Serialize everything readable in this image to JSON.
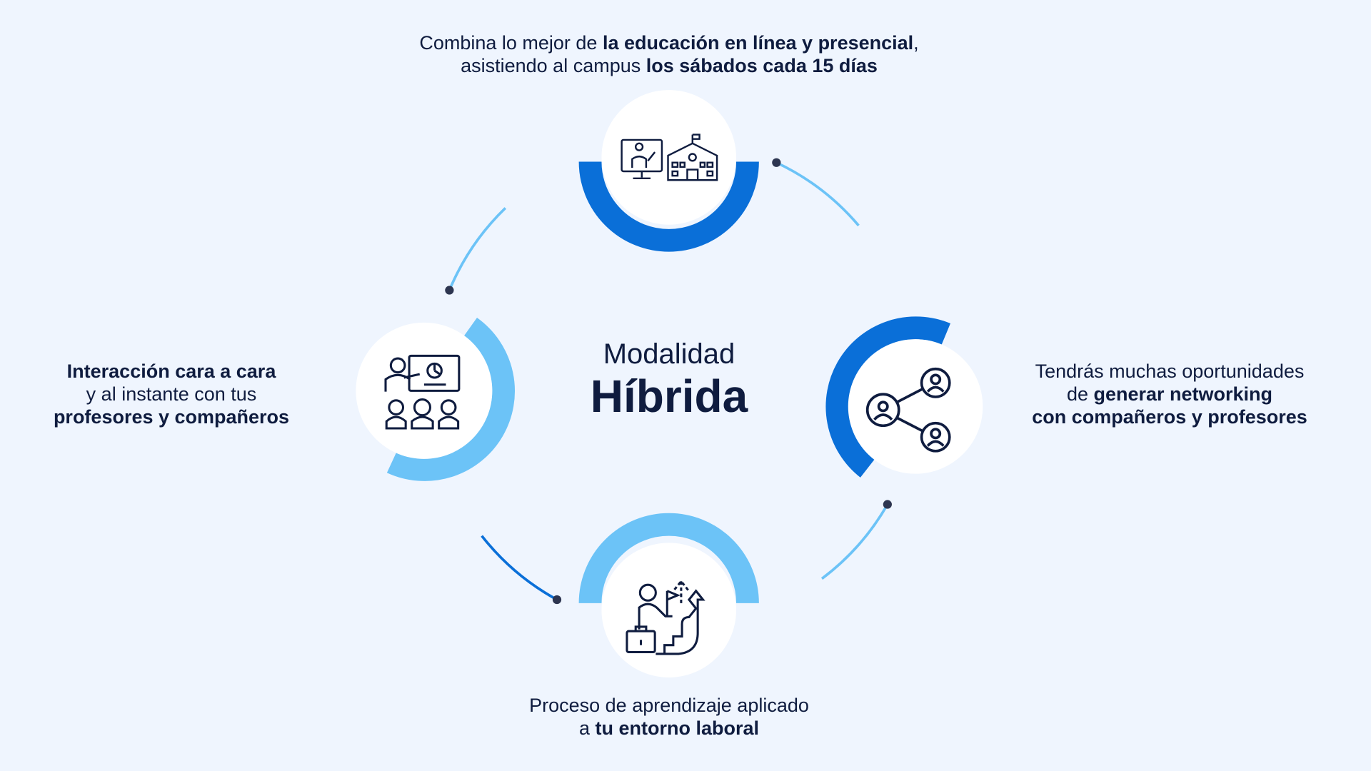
{
  "center": {
    "line1": "Modalidad",
    "line2": "Híbrida"
  },
  "top_text": {
    "l1a": "Combina lo mejor de ",
    "l1b": "la educación en línea y presencial",
    "l1c": ",",
    "l2a": "asistiendo al campus ",
    "l2b": "los sábados cada 15 días"
  },
  "left_text": {
    "l1": "Interacción cara a cara",
    "l2": "y al instante con tus",
    "l3": "profesores y compañeros"
  },
  "right_text": {
    "l1": "Tendrás muchas oportunidades",
    "l2a": "de ",
    "l2b": "generar networking",
    "l3": "con compañeros y profesores"
  },
  "bottom_text": {
    "l1": "Proceso de aprendizaje aplicado",
    "l2a": "a ",
    "l2b": "tu entorno laboral"
  },
  "colors": {
    "dark_blue": "#0a6fd8",
    "light_blue": "#6cc3f7",
    "navy": "#0f1c3f",
    "background": "#eff5fe"
  }
}
